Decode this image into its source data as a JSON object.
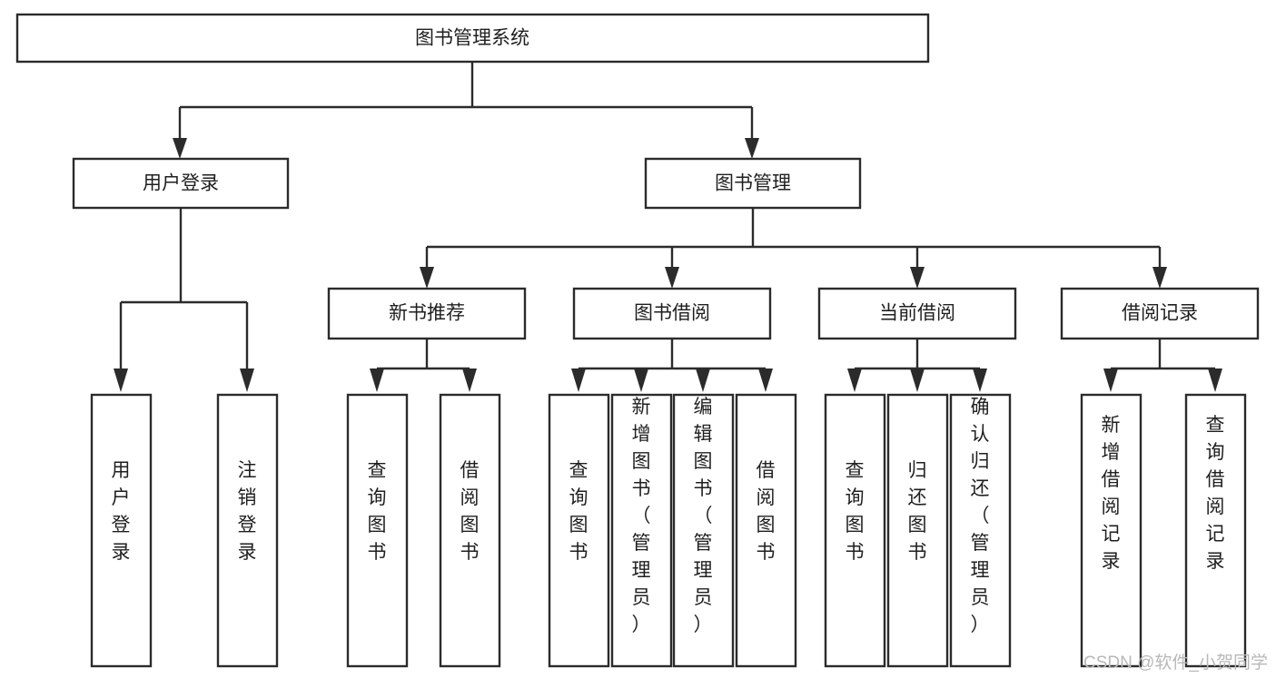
{
  "diagram": {
    "type": "tree-hierarchy",
    "title": "图书管理系统",
    "orientation": "top-down",
    "watermark": "CSDN @软件_小贺同学",
    "colors": {
      "box_fill": "#ffffff",
      "box_stroke": "#2b2b2b",
      "connector": "#2b2b2b",
      "text": "#1f1f1f",
      "watermark": "#b8b8b8",
      "background": "#ffffff"
    },
    "root": {
      "label": "图书管理系统"
    },
    "level2": [
      {
        "label": "用户登录"
      },
      {
        "label": "图书管理"
      }
    ],
    "level3": [
      {
        "label": "新书推荐"
      },
      {
        "label": "图书借阅"
      },
      {
        "label": "当前借阅"
      },
      {
        "label": "借阅记录"
      }
    ],
    "leaves": {
      "user_login": [
        {
          "label": "用户登录"
        },
        {
          "label": "注销登录"
        }
      ],
      "new_book_recommend": [
        {
          "label": "查询图书"
        },
        {
          "label": "借阅图书"
        }
      ],
      "book_borrow": [
        {
          "label": "查询图书"
        },
        {
          "label": "新增图书（管理员）"
        },
        {
          "label": "编辑图书（管理员）"
        },
        {
          "label": "借阅图书"
        }
      ],
      "current_borrow": [
        {
          "label": "查询图书"
        },
        {
          "label": "归还图书"
        },
        {
          "label": "确认归还（管理员）"
        }
      ],
      "borrow_records": [
        {
          "label": "新增借阅记录"
        },
        {
          "label": "查询借阅记录"
        }
      ]
    }
  }
}
